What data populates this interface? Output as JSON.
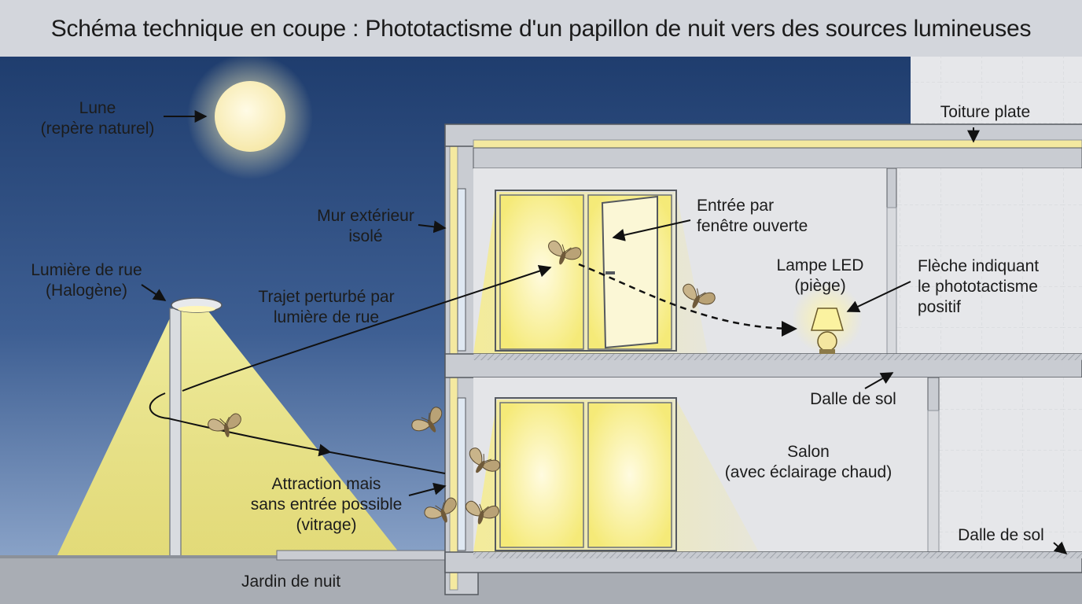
{
  "title": "Schéma technique en coupe : Phototactisme d'un papillon de nuit vers des sources lumineuses",
  "labels": {
    "moon_1": "Lune",
    "moon_2": "(repère naturel)",
    "street_1": "Lumière de rue",
    "street_2": "(Halogène)",
    "wall_1": "Mur extérieur",
    "wall_2": "isolé",
    "path_1": "Trajet perturbé par",
    "path_2": "lumière de rue",
    "roof": "Toiture plate",
    "window_entry_1": "Entrée par",
    "window_entry_2": "fenêtre ouverte",
    "led_1": "Lampe LED",
    "led_2": "(piège)",
    "arrow_1": "Flèche indiquant",
    "arrow_2": "le phototactisme",
    "arrow_3": "positif",
    "floor_slab_upper": "Dalle de sol",
    "living_1": "Salon",
    "living_2": "(avec éclairage chaud)",
    "attraction_1": "Attraction mais",
    "attraction_2": "sans entrée possible",
    "attraction_3": "(vitrage)",
    "floor_slab_lower": "Dalle de sol",
    "garden": "Jardin de nuit"
  },
  "colors": {
    "sky_top": "#1f3d6e",
    "sky_bottom": "#8aa3c8",
    "light_yellow": "#f7ee7a",
    "moon": "#fbf3c4",
    "wall": "#c9ccd2",
    "interior": "#e4e5e8",
    "ground": "#a9adb4",
    "insulation": "#f4e9a0"
  }
}
